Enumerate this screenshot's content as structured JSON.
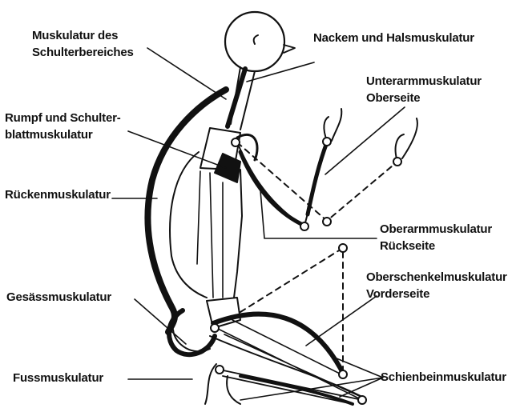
{
  "labels": {
    "schulter": [
      "Muskulatur des",
      "Schulterbereiches"
    ],
    "nacken": "Nackem und Halsmuskulatur",
    "unterarm": [
      "Unterarmmuskulatur",
      "Oberseite"
    ],
    "rumpf": [
      "Rumpf und Schulter-",
      "blattmuskulatur"
    ],
    "ruecken": "Rückenmuskulatur",
    "oberarm": [
      "Oberarmmuskulatur",
      "Rückseite"
    ],
    "oberschenkel": [
      "Oberschenkelmuskulatur",
      "Vorderseite"
    ],
    "gesaess": "Gesässmuskulatur",
    "fuss": "Fussmuskulatur",
    "schienbein": "Schienbeinmuskulatur"
  },
  "colors": {
    "ink": "#111111",
    "background": "#ffffff"
  }
}
